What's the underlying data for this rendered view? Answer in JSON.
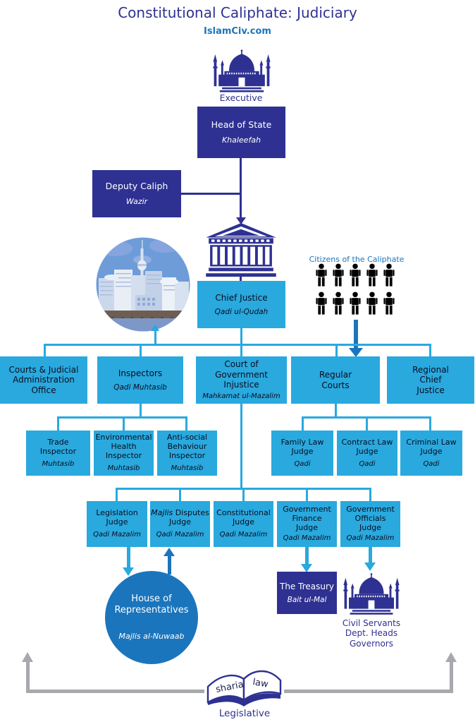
{
  "page": {
    "title": "Constitutional Caliphate: Judiciary",
    "subtitle": "IslamCiv.com"
  },
  "colors": {
    "navy": "#2E3192",
    "light_blue": "#29A9DE",
    "medium_blue": "#1B75BC",
    "gray": "#A7A9AC",
    "citizens_black": "#000000",
    "white": "#FFFFFF"
  },
  "executive": {
    "label": "Executive"
  },
  "head_of_state": {
    "label": "Head of State",
    "sub": "Khaleefah"
  },
  "deputy_caliph": {
    "label": "Deputy Caliph",
    "sub": "Wazir"
  },
  "chief_justice": {
    "label": "Chief Justice",
    "sub": "Qadi ul-Qudah"
  },
  "citizens": {
    "label": "Citizens of the Caliphate",
    "count": 10
  },
  "level1": {
    "courts_admin": {
      "label": "Courts & Judicial Administration Office"
    },
    "inspectors": {
      "label": "Inspectors",
      "sub": "Qadi Muhtasib"
    },
    "gov_injustice": {
      "label": "Court of Government Injustice",
      "sub": "Mahkamat ul-Mazalim"
    },
    "regular_courts": {
      "label": "Regular Courts"
    },
    "regional_chief_justice": {
      "label": "Regional Chief Justice"
    }
  },
  "inspector_types": [
    {
      "label": "Trade Inspector",
      "sub": "Muhtasib"
    },
    {
      "label": "Environmental Health Inspector",
      "sub": "Muhtasib"
    },
    {
      "label": "Anti-social Behaviour Inspector",
      "sub": "Muhtasib"
    }
  ],
  "court_judges": [
    {
      "label": "Family Law Judge",
      "sub": "Qadi"
    },
    {
      "label": "Contract Law Judge",
      "sub": "Qadi"
    },
    {
      "label": "Criminal Law Judge",
      "sub": "Qadi"
    }
  ],
  "mazalim_judges": [
    {
      "label": "Legislation Judge",
      "sub": "Qadi Mazalim"
    },
    {
      "label_italic": "Majlis",
      "label_rest": "Disputes Judge",
      "sub": "Qadi Mazalim"
    },
    {
      "label": "Constitutional Judge",
      "sub": "Qadi Mazalim"
    },
    {
      "label": "Government Finance Judge",
      "sub": "Qadi Mazalim"
    },
    {
      "label": "Government Officials Judge",
      "sub": "Qadi Mazalim"
    }
  ],
  "house_of_representatives": {
    "label": "House of Representatives",
    "sub": "Majlis al-Nuwaab"
  },
  "treasury": {
    "label": "The Treasury",
    "sub": "Bait ul-Mal"
  },
  "civil_servants": {
    "lines": [
      "Civil Servants",
      "Dept. Heads",
      "Governors"
    ]
  },
  "book": {
    "left_page": "sharia",
    "right_page": "law"
  },
  "legislative": {
    "label": "Legislative"
  }
}
